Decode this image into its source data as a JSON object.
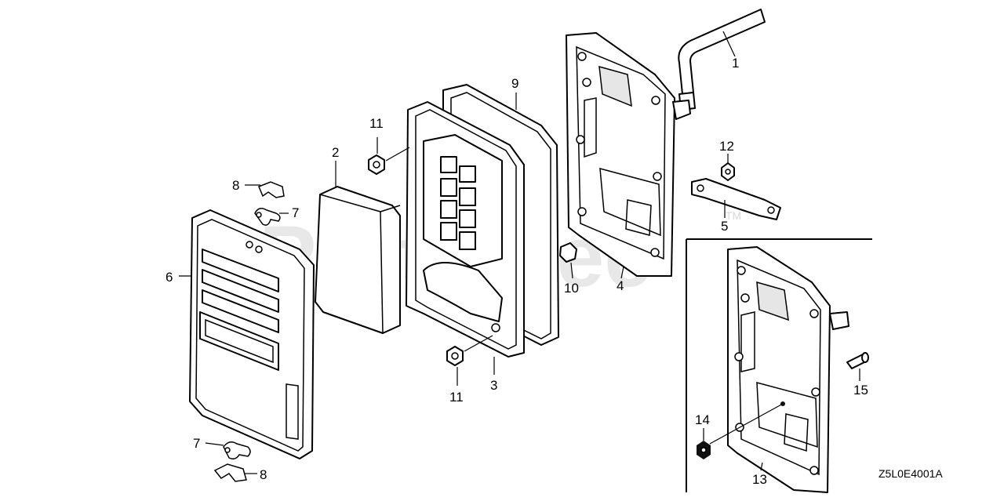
{
  "watermark": {
    "text": "PartsTree",
    "tm": "TM"
  },
  "callouts": {
    "c1": "1",
    "c2": "2",
    "c3": "3",
    "c4": "4",
    "c5": "5",
    "c6": "6",
    "c7a": "7",
    "c7b": "7",
    "c8a": "8",
    "c8b": "8",
    "c9": "9",
    "c10": "10",
    "c11a": "11",
    "c11b": "11",
    "c12": "12",
    "c13": "13",
    "c14": "14",
    "c15": "15"
  },
  "diagram_code": "Z5L0E4001A"
}
